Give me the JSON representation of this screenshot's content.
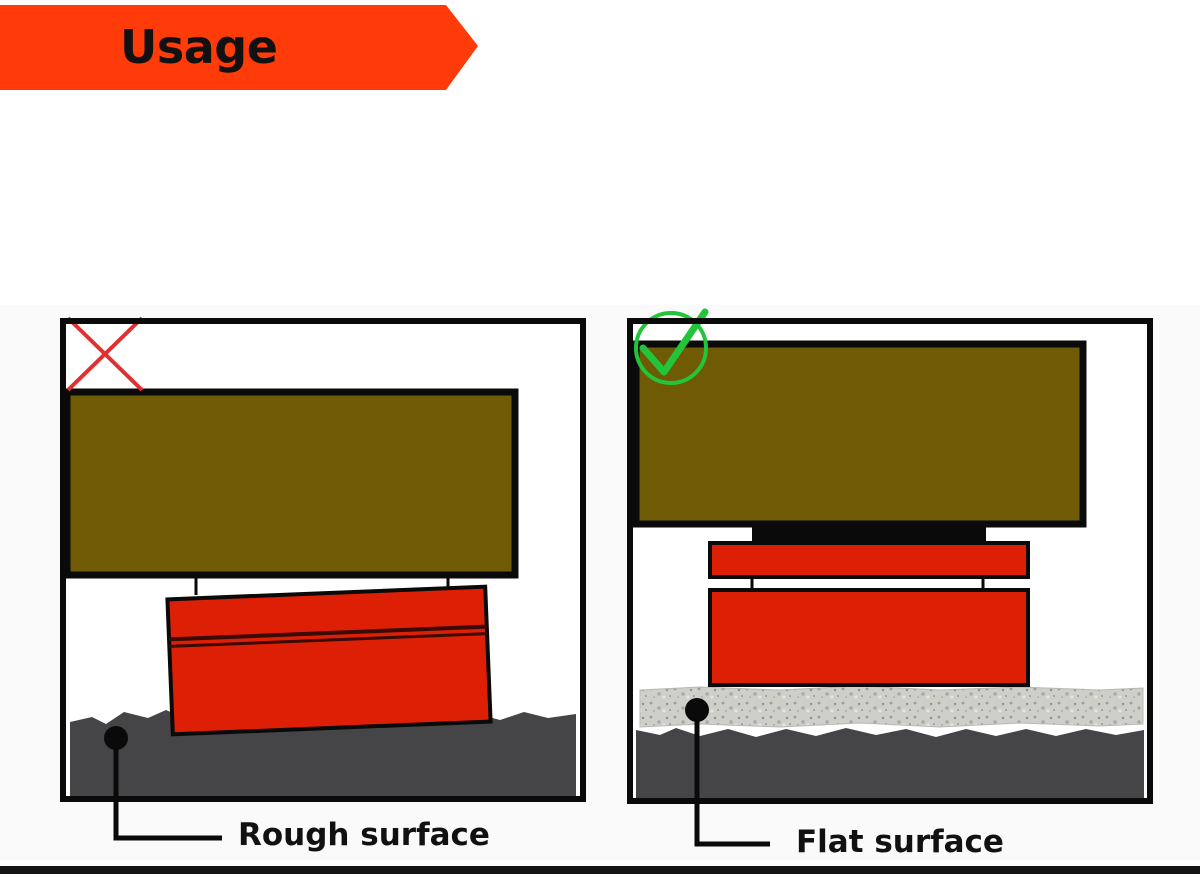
{
  "banner": {
    "title": "Usage",
    "color": "#ff3b0a"
  },
  "panels": [
    {
      "id": "incorrect",
      "mark_icon": "red-cross-icon",
      "surface": "rough",
      "caption": "Rough surface"
    },
    {
      "id": "correct",
      "mark_icon": "green-check-icon",
      "surface": "flat",
      "caption": "Flat surface"
    }
  ],
  "colors": {
    "load_block": "#6f5a06",
    "jack_pad": "#dd1f06",
    "ground": "#454548",
    "flat_plate": "#c9c9c4",
    "cross": "#e23030",
    "check": "#22c43a"
  }
}
